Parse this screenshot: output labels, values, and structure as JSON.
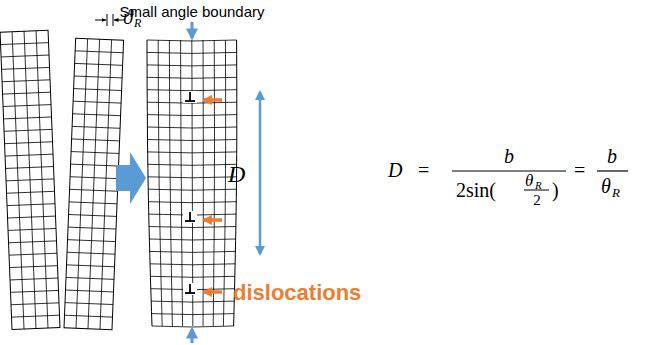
{
  "diagram": {
    "labels": [
      "Small angle boundary",
      "ϑ",
      "R",
      "D",
      "dislocations",
      "D",
      "=",
      "b",
      "2sin(",
      "θ",
      "R",
      "2",
      ")",
      "=",
      "b",
      "θ",
      "R"
    ]
  }
}
